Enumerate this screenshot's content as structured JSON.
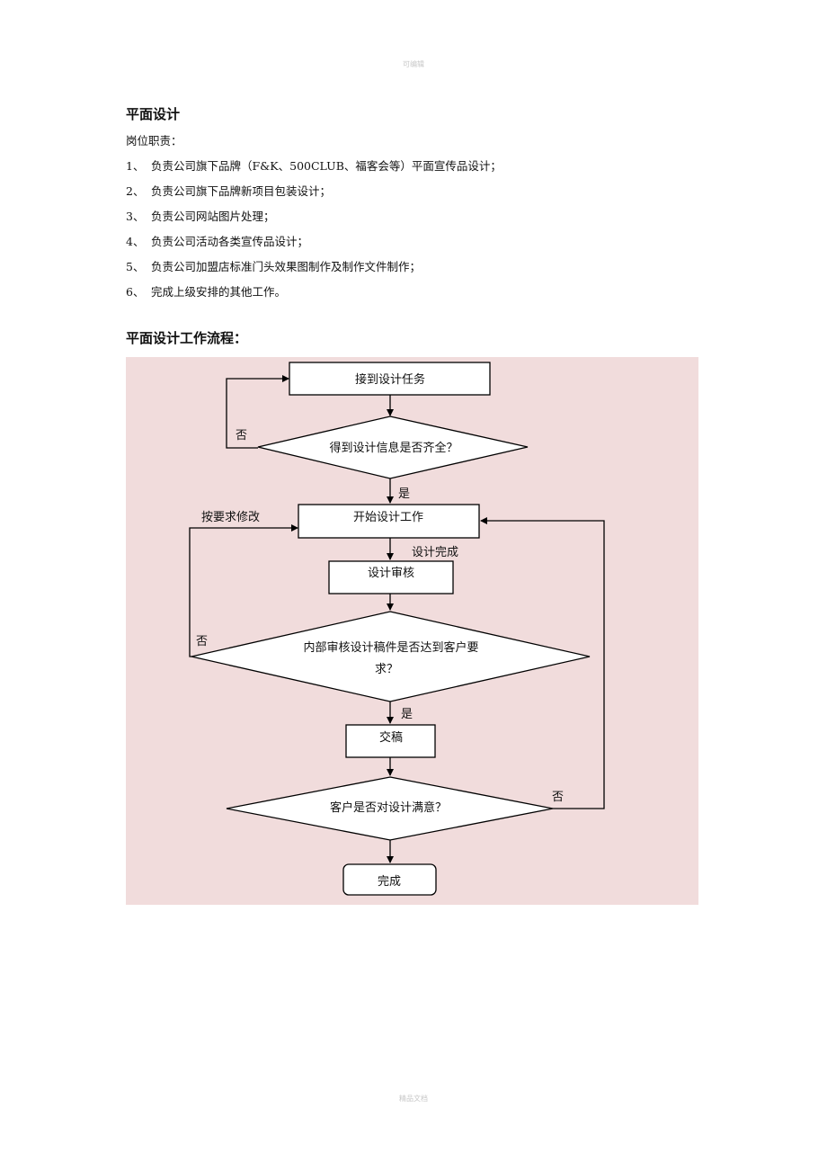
{
  "watermark": {
    "top": "可编辑",
    "bottom": "精品文档"
  },
  "section1": {
    "title": "平面设计",
    "duties_label": "岗位职责：",
    "duties": [
      {
        "num": "1、",
        "text": "负责公司旗下品牌（F&K、500CLUB、福客会等）平面宣传品设计；"
      },
      {
        "num": "2、",
        "text": "负责公司旗下品牌新项目包装设计；"
      },
      {
        "num": "3、",
        "text": "负责公司网站图片处理；"
      },
      {
        "num": "4、",
        "text": "负责公司活动各类宣传品设计；"
      },
      {
        "num": "5、",
        "text": "负责公司加盟店标准门头效果图制作及制作文件制作；"
      },
      {
        "num": "6、",
        "text": "完成上级安排的其他工作。"
      }
    ]
  },
  "section2": {
    "title": "平面设计工作流程："
  },
  "flowchart": {
    "nodes": {
      "receive_task": "接到设计任务",
      "info_complete": "得到设计信息是否齐全？",
      "start_design": "开始设计工作",
      "design_review": "设计审核",
      "internal_review_line1": "内部审核设计稿件是否达到客户要",
      "internal_review_line2": "求？",
      "submit": "交稿",
      "client_satisfied": "客户是否对设计满意？",
      "done": "完成"
    },
    "labels": {
      "no_1": "否",
      "yes_1": "是",
      "modify": "按要求修改",
      "design_done": "设计完成",
      "no_2": "否",
      "yes_2": "是",
      "no_3": "否"
    }
  }
}
